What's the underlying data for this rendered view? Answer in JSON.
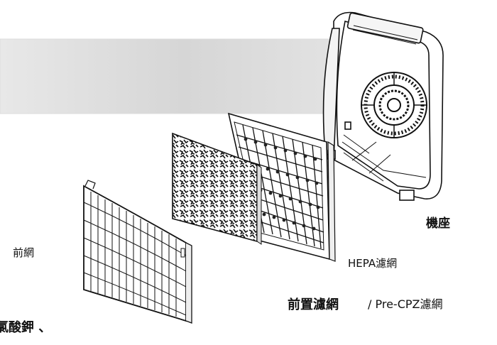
{
  "labels": {
    "base": "機座",
    "front_grille": "前網",
    "hepa": "HEPA濾網",
    "prefilter": "前置濾網",
    "prefilter_en": "/ Pre-CPZ濾網",
    "cut_text": "氯酸鉀 、"
  },
  "icons": [
    "air-purifier-housing-icon",
    "fan-icon",
    "hepa-filter-icon",
    "prefilter-mesh-icon",
    "front-grille-icon"
  ]
}
